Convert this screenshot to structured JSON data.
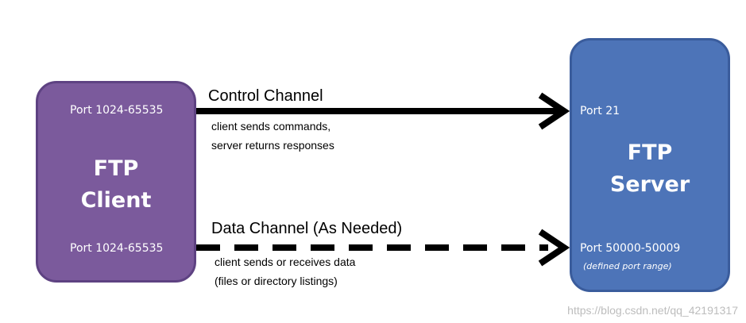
{
  "client": {
    "title_line1": "FTP",
    "title_line2": "Client",
    "port_top": "Port 1024-65535",
    "port_bottom": "Port 1024-65535",
    "color": "#7b5a9c"
  },
  "server": {
    "title_line1": "FTP",
    "title_line2": "Server",
    "port_top": "Port 21",
    "port_bottom": "Port 50000-50009",
    "port_bottom_note": "(defined port range)",
    "color": "#4d74b8"
  },
  "control_channel": {
    "label": "Control Channel",
    "desc_line1": "client sends commands,",
    "desc_line2": "server returns responses",
    "line_style": "solid"
  },
  "data_channel": {
    "label": "Data Channel (As Needed)",
    "desc_line1": "client sends or receives data",
    "desc_line2": "(files or directory listings)",
    "line_style": "dashed"
  },
  "watermark": "https://blog.csdn.net/qq_42191317"
}
